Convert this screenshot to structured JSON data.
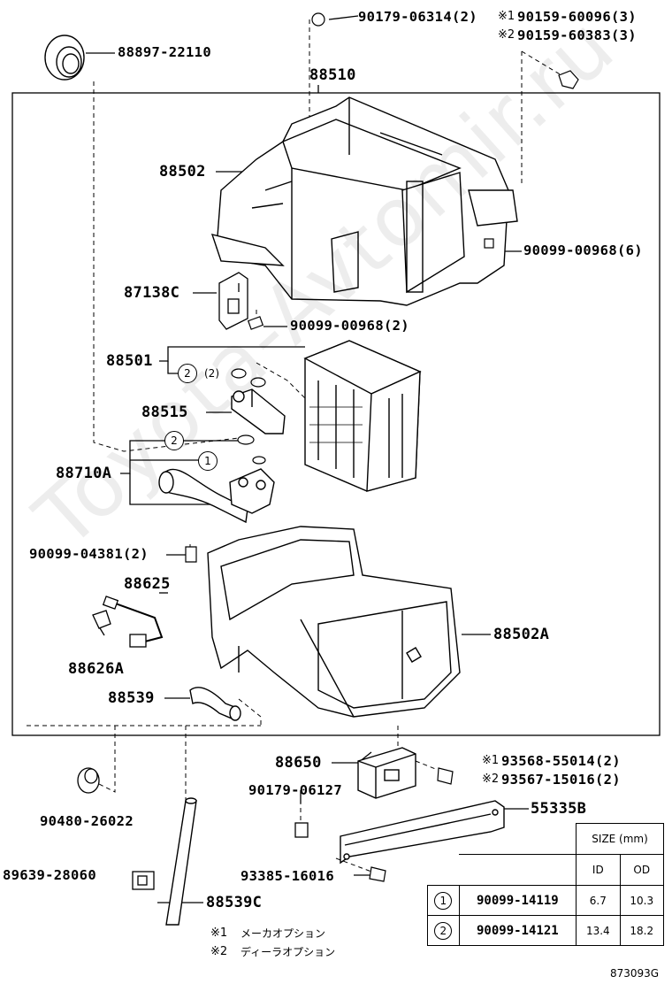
{
  "watermark": "Toyota-Avtomir.ru",
  "parts": {
    "p1": "90179-06314(2)",
    "p2a_mark": "※1",
    "p2a": "90159-60096(3)",
    "p2b_mark": "※2",
    "p2b": "90159-60383(3)",
    "p3": "88897-22110",
    "p4": "88510",
    "p5": "88502",
    "p6": "90099-00968(6)",
    "p7": "87138C",
    "p8": "90099-00968(2)",
    "p9": "88501",
    "p10": "(2)",
    "p11": "88515",
    "p12": "88710A",
    "p13": "90099-04381(2)",
    "p14": "88625",
    "p15": "88502A",
    "p16": "88626A",
    "p17": "88539",
    "p18": "88650",
    "p19a_mark": "※1",
    "p19a": "93568-55014(2)",
    "p19b_mark": "※2",
    "p19b": "93567-15016(2)",
    "p20": "90179-06127",
    "p21": "55335B",
    "p22": "90480-26022",
    "p23": "89639-28060",
    "p24": "93385-16016",
    "p25": "88539C"
  },
  "callouts": {
    "c1": "1",
    "c2": "2"
  },
  "notes": {
    "n1_mark": "※1",
    "n1": "メーカオプション",
    "n2_mark": "※2",
    "n2": "ディーラオプション"
  },
  "size_table": {
    "header": "SIZE (mm)",
    "col_id": "ID",
    "col_od": "OD",
    "rows": [
      {
        "ref": "1",
        "part": "90099-14119",
        "id": "6.7",
        "od": "10.3"
      },
      {
        "ref": "2",
        "part": "90099-14121",
        "id": "13.4",
        "od": "18.2"
      }
    ]
  },
  "figure_code": "873093G"
}
